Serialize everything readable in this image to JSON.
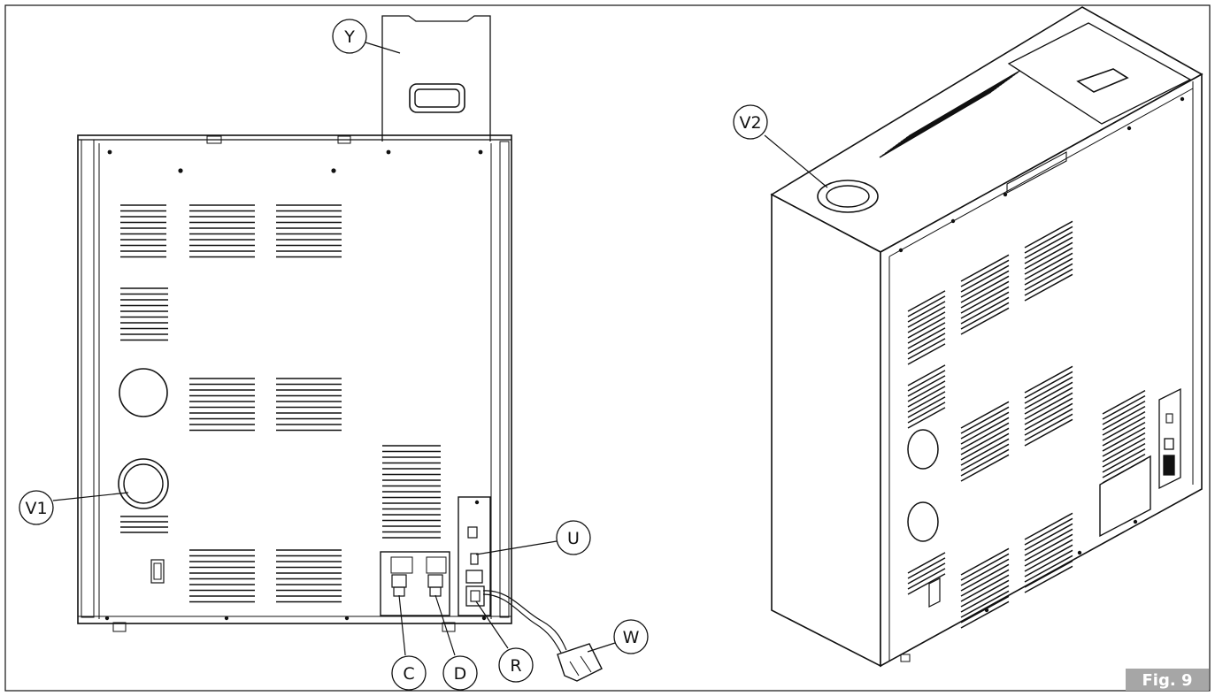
{
  "figure_label": "Fig. 9",
  "callouts": {
    "Y": "Y",
    "V1": "V1",
    "V2": "V2",
    "U": "U",
    "W": "W",
    "C": "C",
    "D": "D",
    "R": "R"
  },
  "colors": {
    "line": "#111111",
    "fig_badge": "#a6a6a6",
    "background": "#ffffff"
  }
}
